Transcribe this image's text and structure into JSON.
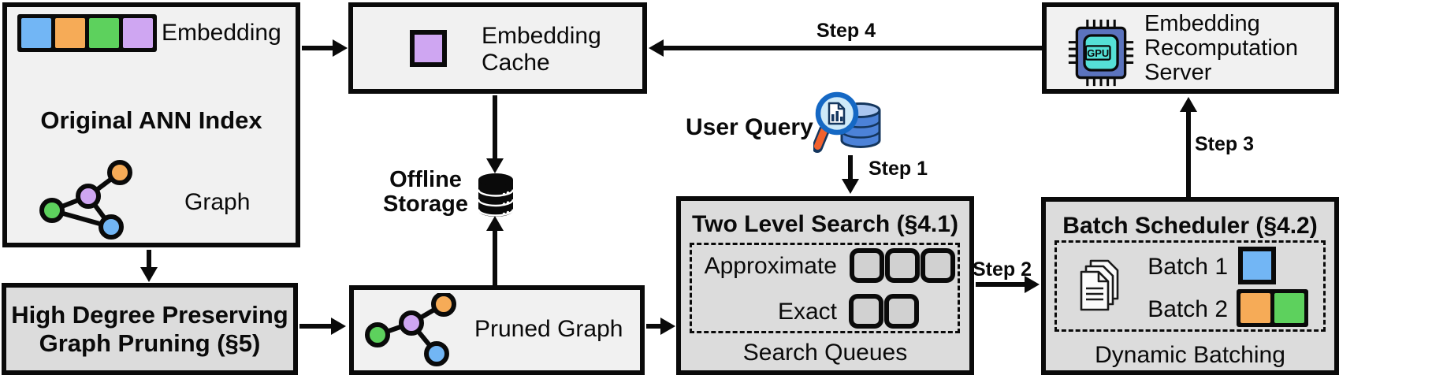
{
  "original_index": {
    "embedding_label": "Embedding",
    "title": "Original ANN Index",
    "graph_label": "Graph"
  },
  "embedding_cache": {
    "line1": "Embedding",
    "line2": "Cache"
  },
  "offline_storage": {
    "line1": "Offline",
    "line2": "Storage"
  },
  "high_degree_pruning": {
    "line1": "High Degree Preserving",
    "line2": "Graph Pruning (§5)"
  },
  "pruned_graph": {
    "label": "Pruned Graph"
  },
  "user_query": {
    "label": "User Query"
  },
  "two_level_search": {
    "title": "Two Level Search (§4.1)",
    "approximate_label": "Approximate",
    "exact_label": "Exact",
    "approximate_queue_count": 3,
    "exact_queue_count": 2,
    "footer": "Search Queues"
  },
  "batch_scheduler": {
    "title": "Batch Scheduler (§4.2)",
    "batch1_label": "Batch 1",
    "batch2_label": "Batch 2",
    "footer": "Dynamic Batching"
  },
  "recompute_server": {
    "line1": "Embedding",
    "line2": "Recomputation",
    "line3": "Server",
    "gpu_label": "GPU"
  },
  "steps": {
    "step1": "Step 1",
    "step2": "Step 2",
    "step3": "Step 3",
    "step4": "Step 4"
  },
  "icons": {
    "offline_storage": "database-cylinder-icon",
    "user_query": "magnifier-over-database-icon",
    "batch_scheduler": "stacked-documents-icon",
    "recompute_server": "gpu-chip-icon"
  },
  "colors": {
    "blue": "#72b6f5",
    "orange": "#f6ab57",
    "green": "#5dd15d",
    "purple": "#cfa6f2",
    "box_light": "#f1f1f1",
    "box_dark": "#dcdcdc",
    "queue_fill": "#d1d1d1",
    "line_black": "#0a0a0a",
    "gpu_body": "#5b73bd",
    "gpu_core": "#55e0d6",
    "db_blue": "#4c82d8",
    "db_top": "#aac6f0",
    "lens_fill": "#cfeaf8",
    "lens_ring": "#1568c4",
    "handle_orange": "#f2622e"
  }
}
